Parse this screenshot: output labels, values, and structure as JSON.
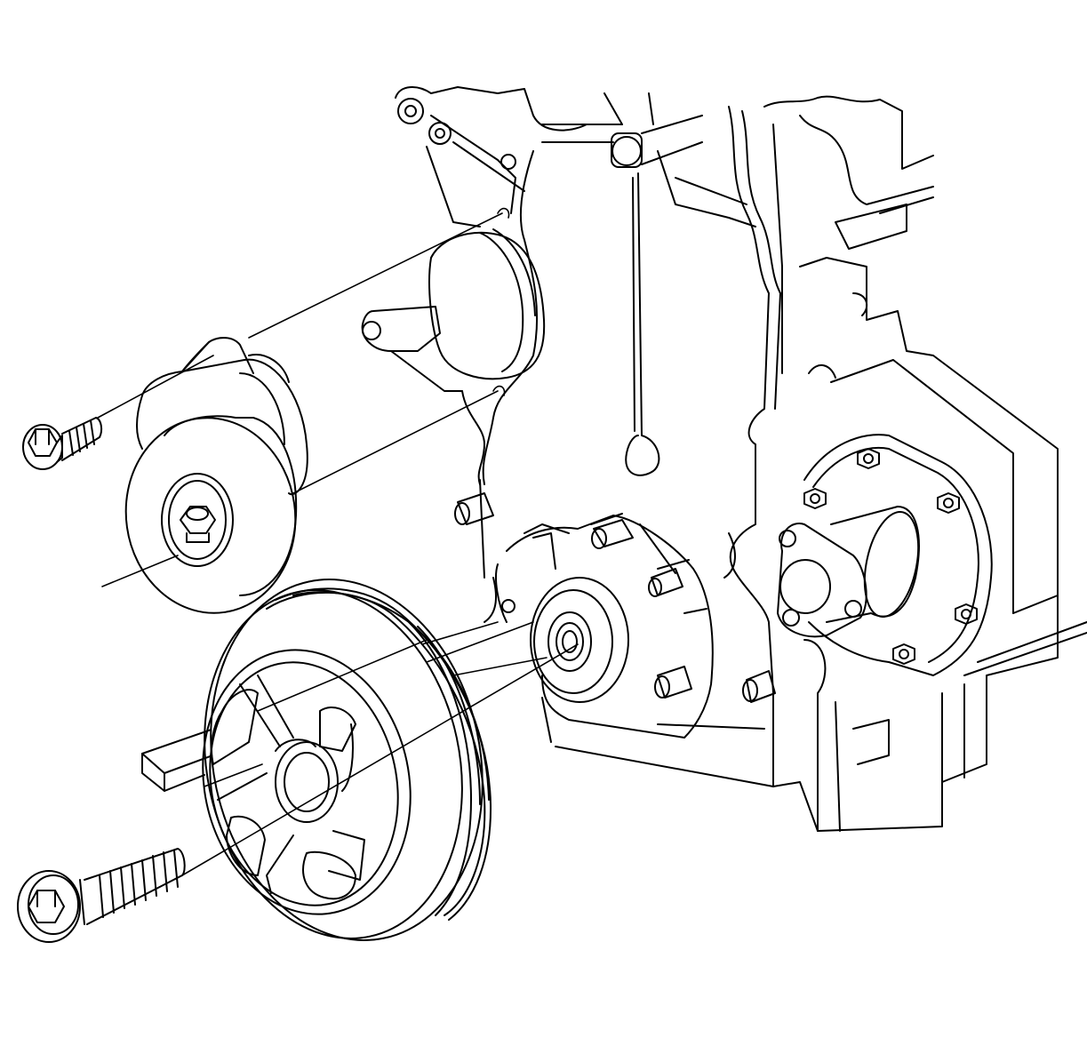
{
  "diagram": {
    "line_color": "#000000",
    "fill_color": "#ffffff",
    "parts": [
      {
        "id": "engine-block",
        "icon": "engine-block-outline"
      },
      {
        "id": "timing-cover",
        "icon": "timing-cover-outline"
      },
      {
        "id": "idler-pulley",
        "icon": "idler-pulley"
      },
      {
        "id": "idler-bolt",
        "icon": "flange-bolt"
      },
      {
        "id": "crankshaft-balancer",
        "icon": "harmonic-balancer"
      },
      {
        "id": "balancer-bolt",
        "icon": "flange-bolt"
      },
      {
        "id": "holding-tool",
        "icon": "square-bar-tool"
      },
      {
        "id": "front-cover-seal",
        "icon": "seal-housing"
      },
      {
        "id": "flange-plate",
        "icon": "bolted-flange-plate"
      }
    ]
  }
}
